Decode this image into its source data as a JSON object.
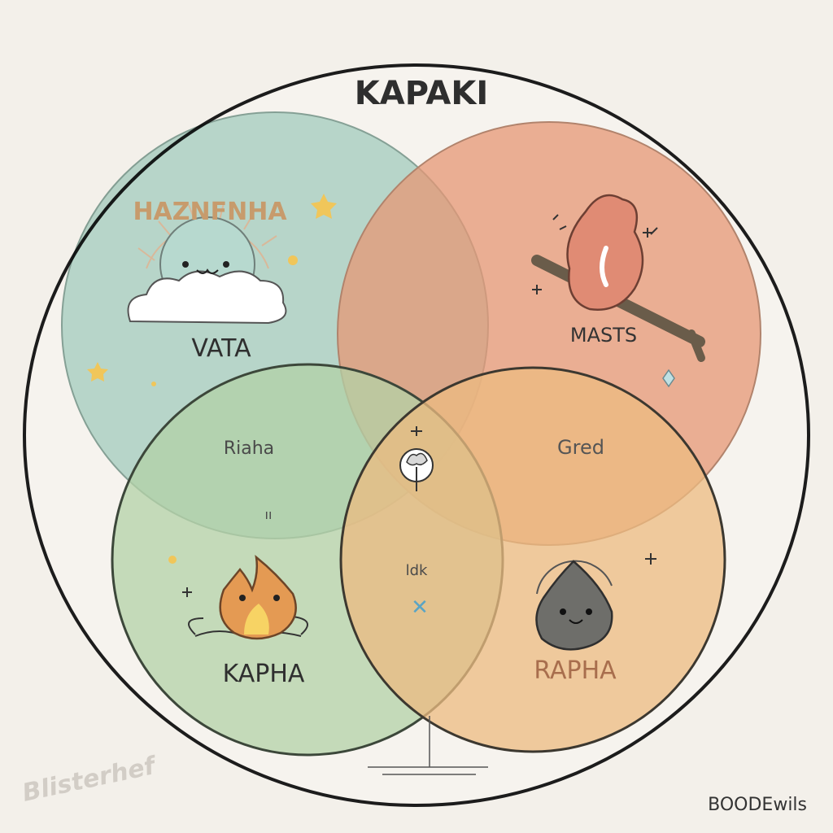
{
  "diagram": {
    "title": "KAPAKI",
    "circles": {
      "top_left": {
        "heading": "HAZNFNHA",
        "label": "VATA",
        "fill": "#a8d6cb"
      },
      "top_right": {
        "label": "MASTS",
        "fill": "#ef9f7d"
      },
      "bottom_left": {
        "label": "KAPHA",
        "fill": "#b9dcb3"
      },
      "bottom_right": {
        "label": "RAPHA",
        "fill": "#f6c48a"
      }
    },
    "overlaps": {
      "left": "Riaha",
      "right": "Gred",
      "bottom": "ldk",
      "left_small": "ıı"
    },
    "corners": {
      "watermark": "Blisterhef",
      "signature": "BOODEwils"
    },
    "colors": {
      "ink": "#3a3a3a",
      "outer_ring": "#1c1c1c",
      "star": "#f0c65a"
    }
  }
}
